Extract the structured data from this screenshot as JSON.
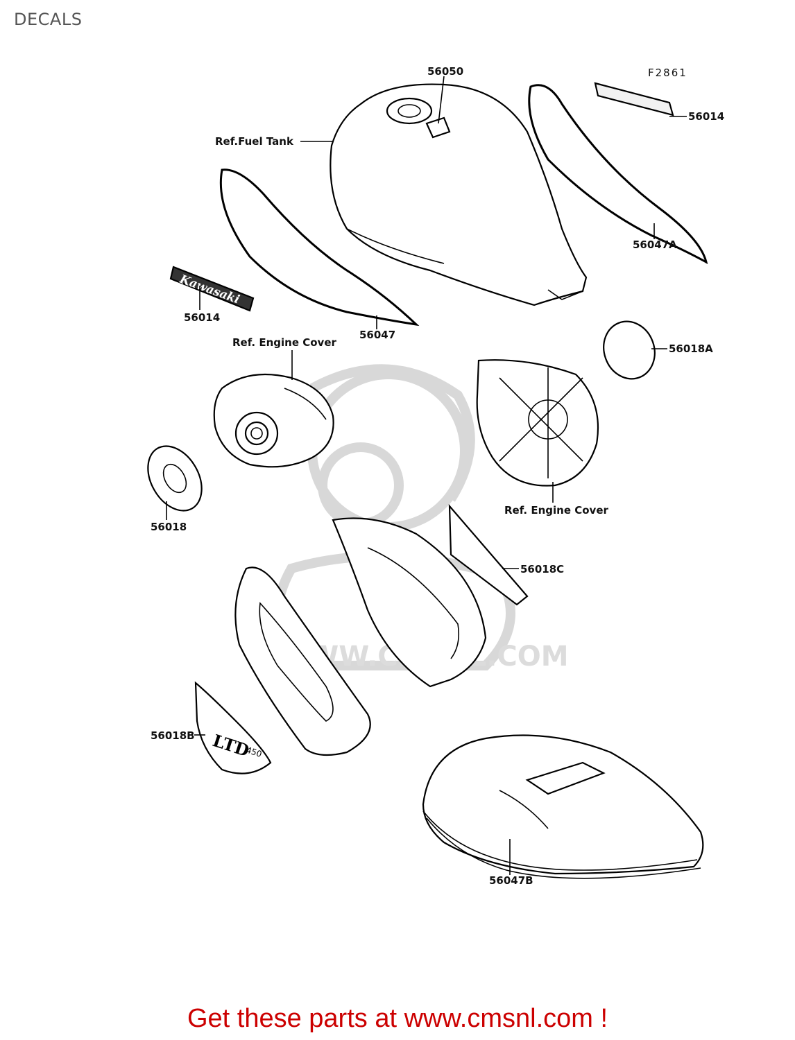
{
  "page": {
    "title": "DECALS",
    "diagram_code": "F2861",
    "footer": "Get these parts at www.cmsnl.com !"
  },
  "watermark": {
    "text": "WWW.CMSNL.COM"
  },
  "callouts": {
    "p56050": "56050",
    "p56014_top": "56014",
    "ref_fuel_tank": "Ref.Fuel Tank",
    "p56047A": "56047A",
    "p56014_left": "56014",
    "p56047": "56047",
    "p56018A": "56018A",
    "ref_engine_cover_left": "Ref. Engine Cover",
    "ref_engine_cover_right": "Ref. Engine Cover",
    "p56018": "56018",
    "p56018C": "56018C",
    "p56018B": "56018B",
    "p56047B": "56047B"
  },
  "decal_text": {
    "kawasaki": "Kawasaki",
    "ltd": "LTD",
    "ltd_450": "450"
  },
  "colors": {
    "footer": "#cc0000",
    "line": "#000000",
    "watermark": "#d8d8d8"
  }
}
